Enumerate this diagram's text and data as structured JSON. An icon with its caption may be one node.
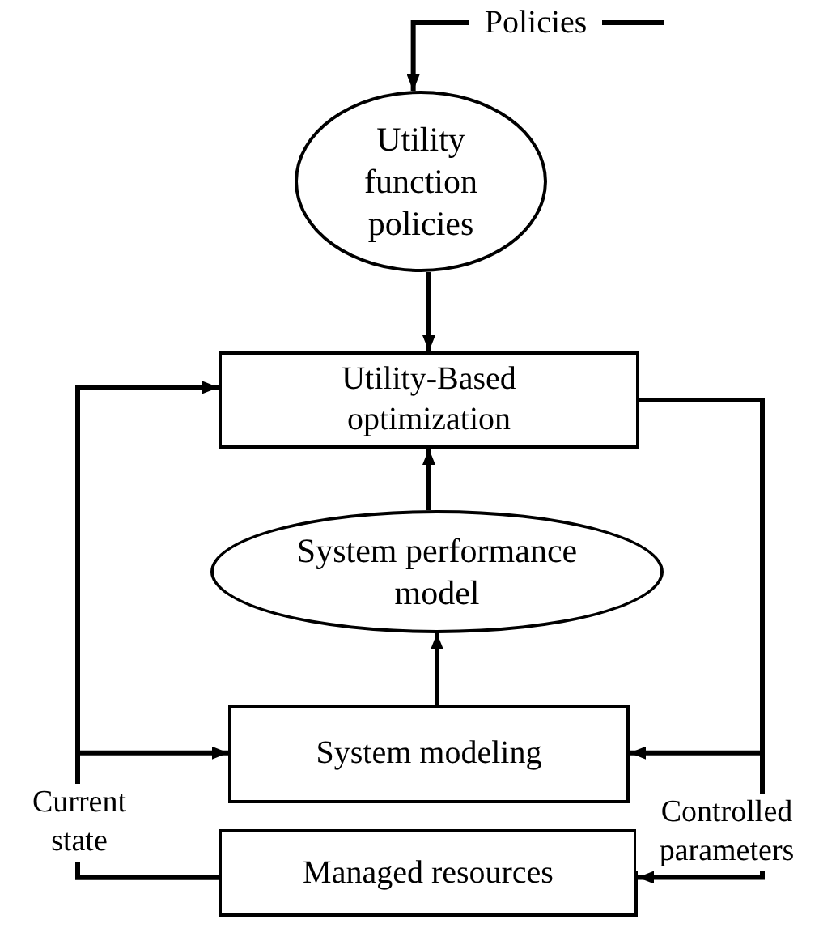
{
  "diagram": {
    "nodes": [
      {
        "text": [
          "Policies"
        ]
      },
      {
        "text": [
          "Utility function policies"
        ]
      },
      {
        "text": [
          "Utility-Based optimization"
        ]
      },
      {
        "text": [
          "System performance model"
        ]
      },
      {
        "text": [
          "System modeling"
        ]
      },
      {
        "text": [
          "Managed resources"
        ]
      }
    ],
    "edges": [
      {
        "from": 0,
        "to": 1,
        "arrow": "to"
      },
      {
        "from": 1,
        "to": 2,
        "arrow": "to"
      },
      {
        "from": 3,
        "to": 2,
        "arrow": "to"
      },
      {
        "from": 4,
        "to": 3,
        "arrow": "to"
      },
      {
        "from": 5,
        "to": 2,
        "arrow": "to",
        "label": "Current state"
      },
      {
        "from": 5,
        "to": 4,
        "arrow": "to"
      },
      {
        "from": 2,
        "to": 4,
        "arrow": "to"
      },
      {
        "from": 2,
        "to": 5,
        "arrow": "to",
        "label": "Controlled parameters"
      }
    ]
  }
}
